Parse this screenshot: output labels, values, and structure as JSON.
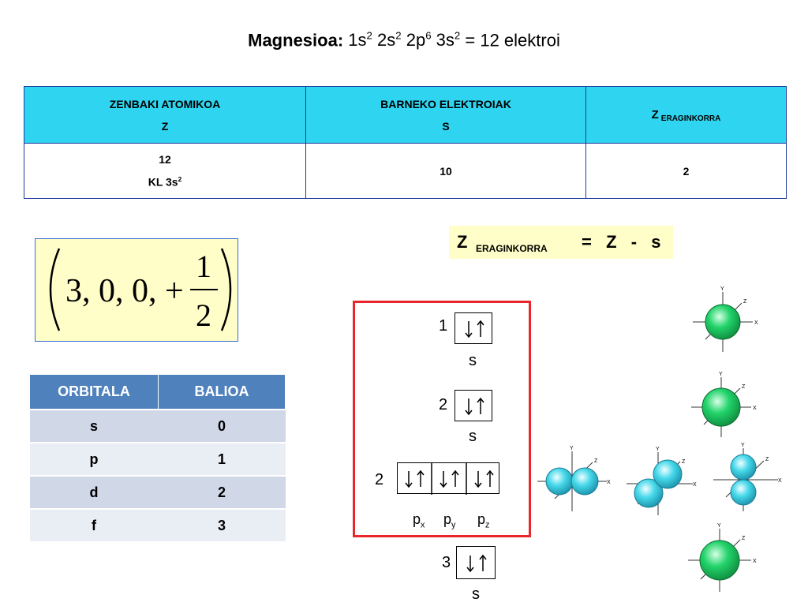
{
  "title": {
    "element": "Magnesioa:",
    "config_parts": [
      {
        "orbital": "1s",
        "exp": "2"
      },
      {
        "orbital": "2s",
        "exp": "2"
      },
      {
        "orbital": "2p",
        "exp": "6"
      },
      {
        "orbital": "3s",
        "exp": "2"
      }
    ],
    "tail": "= 12 elektroi"
  },
  "top_table": {
    "headers": [
      {
        "line1": "ZENBAKI ATOMIKOA",
        "line2": "Z"
      },
      {
        "line1": "BARNEKO ELEKTROIAK",
        "line2": "S"
      },
      {
        "main": "Z",
        "sub": "ERAGINKORRA"
      }
    ],
    "row": {
      "col1_line1": "12",
      "col1_line2_base": "KL 3s",
      "col1_line2_exp": "2",
      "col2": "10",
      "col3": "2"
    }
  },
  "formula": {
    "values": "3, 0, 0, +",
    "numerator": "1",
    "denominator": "2"
  },
  "zeff_formula": {
    "z": "Z",
    "sub": "ERAGINKORRA",
    "rest": "=  Z  -  s"
  },
  "orbital_table": {
    "headers": [
      "ORBITALA",
      "BALIOA"
    ],
    "rows": [
      {
        "orbital": "s",
        "value": "0"
      },
      {
        "orbital": "p",
        "value": "1"
      },
      {
        "orbital": "d",
        "value": "2"
      },
      {
        "orbital": "f",
        "value": "3"
      }
    ]
  },
  "energy_diagram": {
    "levels": [
      {
        "n": "1",
        "label": "s",
        "boxes": 1
      },
      {
        "n": "2",
        "label": "s",
        "boxes": 1
      },
      {
        "n": "2",
        "label": "p",
        "boxes": 3,
        "sublabels": [
          {
            "base": "p",
            "sub": "x"
          },
          {
            "base": "p",
            "sub": "y"
          },
          {
            "base": "p",
            "sub": "z"
          }
        ]
      },
      {
        "n": "3",
        "label": "s",
        "boxes": 1
      }
    ],
    "arrows": "↓↑"
  },
  "orbital_images": {
    "axis_labels": {
      "y": "Y",
      "z": "Z",
      "x": "X"
    },
    "colors": {
      "s": "#22d36a",
      "p": "#46d8ea",
      "s_dark": "#0f8a3e",
      "p_dark": "#1a8fa8"
    }
  },
  "colors": {
    "header_cyan": "#2fd5f0",
    "table_border": "#1d3a9a",
    "formula_bg": "#fffec8",
    "orb_header": "#4f81bd",
    "frame_red": "#e8262c"
  }
}
